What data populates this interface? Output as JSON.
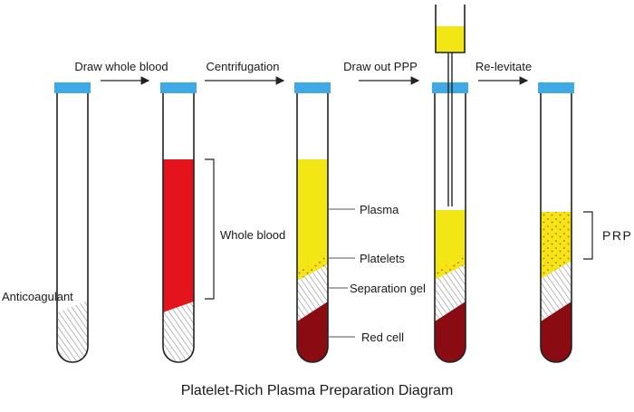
{
  "title": "Platelet-Rich Plasma Preparation Diagram",
  "steps": [
    "Draw whole blood",
    "Centrifugation",
    "Draw out PPP",
    "Re-levitate"
  ],
  "labels": {
    "anticoagulant": "Anticoagulant",
    "whole_blood": "Whole blood",
    "plasma": "Plasma",
    "platelets": "Platelets",
    "separation_gel": "Separation gel",
    "red_cell": "Red cell",
    "prp": "PRP"
  },
  "colors": {
    "cap": "#3fa9e6",
    "whole_blood": "#e3141b",
    "plasma": "#f2e614",
    "red_cell": "#8b0b12",
    "platelet_dots": "#d8541a",
    "gel_hatch": "#888888",
    "outline": "#222222"
  }
}
